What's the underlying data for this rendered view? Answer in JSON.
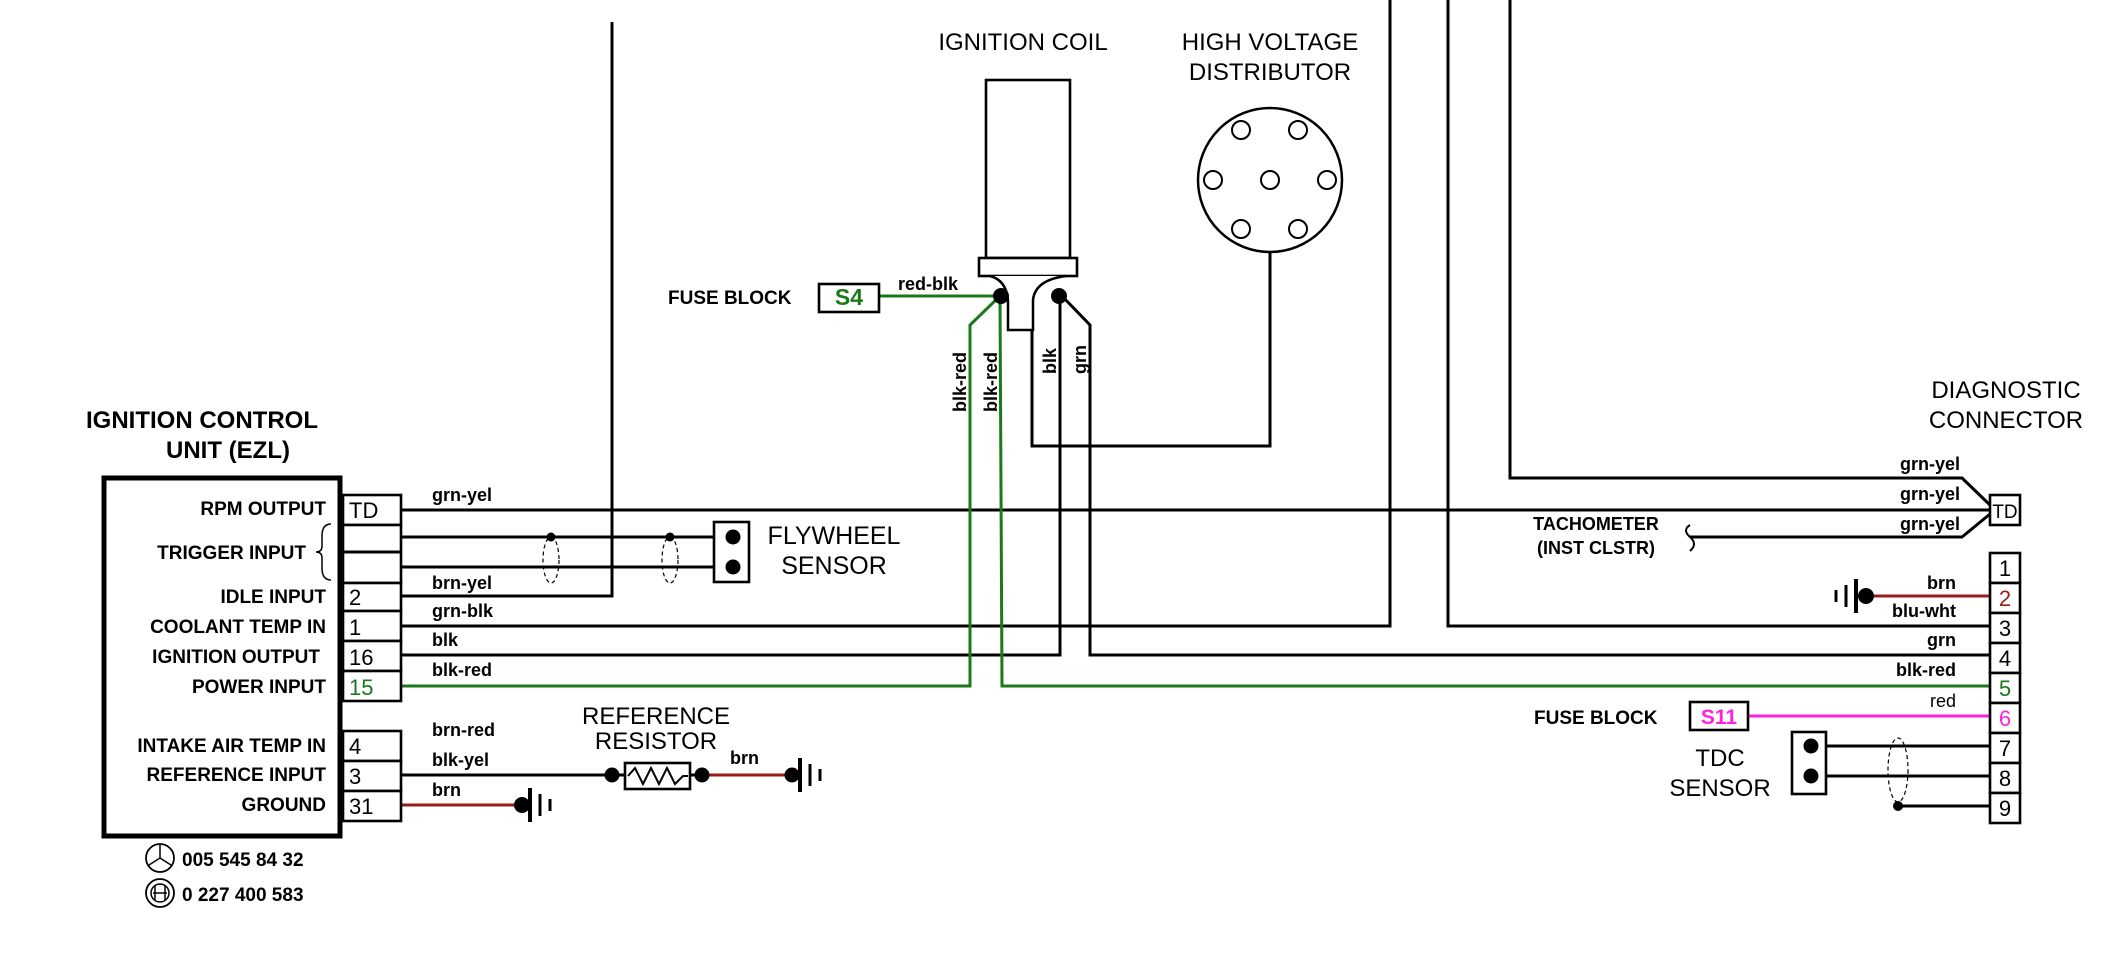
{
  "ezl": {
    "title_line1": "IGNITION CONTROL",
    "title_line2": "UNIT (EZL)",
    "pins": [
      {
        "label": "RPM OUTPUT",
        "pin": "TD",
        "wire": "grn-yel"
      },
      {
        "label": "TRIGGER INPUT",
        "pin": "",
        "wire": ""
      },
      {
        "label": "IDLE INPUT",
        "pin": "2",
        "wire": "brn-yel"
      },
      {
        "label": "COOLANT TEMP IN",
        "pin": "1",
        "wire": "grn-blk"
      },
      {
        "label": "IGNITION OUTPUT",
        "pin": "16",
        "wire": "blk"
      },
      {
        "label": "POWER INPUT",
        "pin": "15",
        "wire": "blk-red"
      },
      {
        "label": "INTAKE AIR TEMP IN",
        "pin": "4",
        "wire": "brn-red"
      },
      {
        "label": "REFERENCE INPUT",
        "pin": "3",
        "wire": "blk-yel"
      },
      {
        "label": "GROUND",
        "pin": "31",
        "wire": "brn"
      }
    ],
    "part_mb": "005 545 84 32",
    "part_bosch": "0 227 400 583",
    "mb_logo": "mercedes-star-icon",
    "bosch_logo": "bosch-logo-icon"
  },
  "coil": {
    "title": "IGNITION COIL",
    "fuse_label": "FUSE BLOCK",
    "fuse_id": "S4",
    "fuse_wire": "red-blk",
    "wires": [
      "blk-red",
      "blk-red",
      "blk",
      "grn"
    ]
  },
  "distributor": {
    "title_line1": "HIGH VOLTAGE",
    "title_line2": "DISTRIBUTOR"
  },
  "flywheel": {
    "title_line1": "FLYWHEEL",
    "title_line2": "SENSOR"
  },
  "resistor": {
    "title_line1": "REFERENCE",
    "title_line2": "RESISTOR",
    "wire": "brn"
  },
  "diag": {
    "title_line1": "DIAGNOSTIC",
    "title_line2": "CONNECTOR",
    "top_wires": [
      "grn-yel",
      "grn-yel",
      "grn-yel"
    ],
    "tach_line1": "TACHOMETER",
    "tach_line2": "(INST CLSTR)",
    "pins": [
      {
        "pin": "TD",
        "wire": ""
      },
      {
        "pin": "1",
        "wire": ""
      },
      {
        "pin": "2",
        "wire": "brn"
      },
      {
        "pin": "3",
        "wire": "blu-wht"
      },
      {
        "pin": "4",
        "wire": "grn"
      },
      {
        "pin": "5",
        "wire": "blk-red"
      },
      {
        "pin": "6",
        "wire": "red"
      },
      {
        "pin": "7",
        "wire": ""
      },
      {
        "pin": "8",
        "wire": ""
      },
      {
        "pin": "9",
        "wire": ""
      }
    ],
    "fuse_label": "FUSE BLOCK",
    "fuse_id": "S11",
    "tdc_line1": "TDC",
    "tdc_line2": "SENSOR"
  },
  "colors": {
    "black_wire": "#000000",
    "green_wire": "#1a7a1a",
    "brown_wire": "#9b1c1c",
    "magenta_wire": "#ff22dd"
  }
}
